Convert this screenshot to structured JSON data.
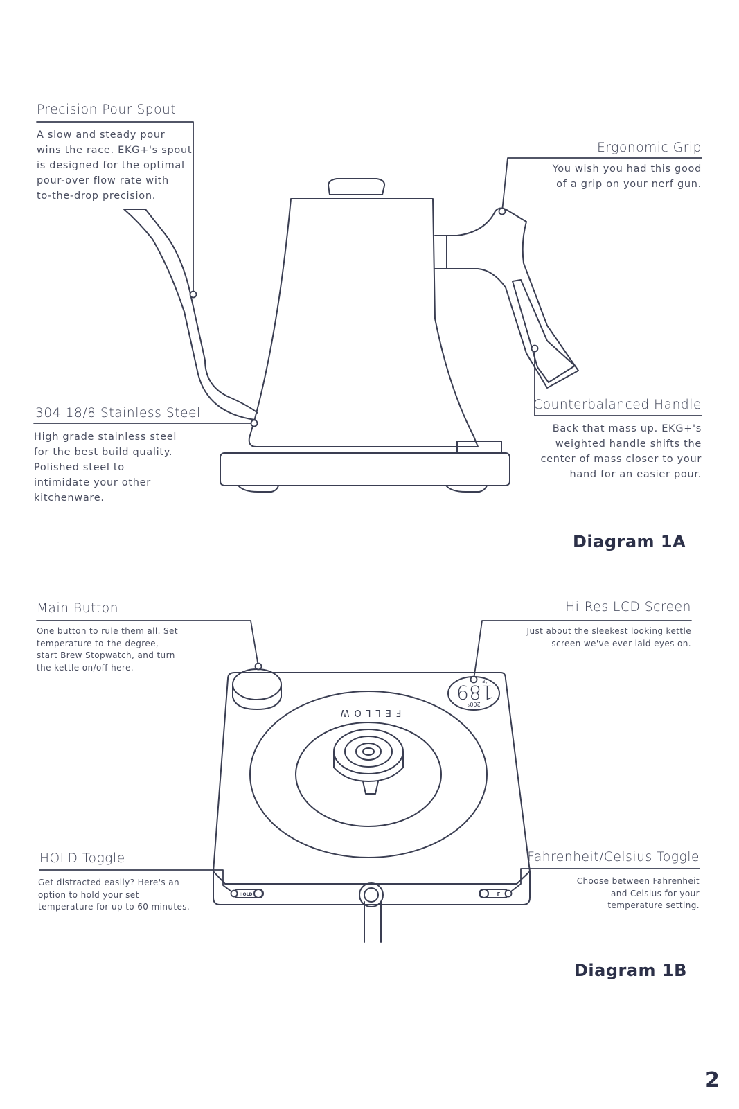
{
  "diagram_1a": {
    "caption": "Diagram 1A",
    "callouts": [
      {
        "title": "Precision Pour Spout",
        "text": "A slow and steady pour\nwins the race. EKG+'s spout\nis designed for the optimal\npour-over flow rate with\nto-the-drop precision."
      },
      {
        "title": "Ergonomic Grip",
        "text": "You wish you had this good\nof a grip on your nerf gun."
      },
      {
        "title": "304 18/8 Stainless Steel",
        "text": "High grade stainless steel\nfor the best build quality.\nPolished steel to\nintimidate your other\nkitchenware."
      },
      {
        "title": "Counterbalanced Handle",
        "text": "Back that mass up. EKG+'s\nweighted handle shifts the\ncenter of mass closer to your\nhand for an easier pour."
      }
    ]
  },
  "diagram_1b": {
    "caption": "Diagram 1B",
    "callouts": [
      {
        "title": "Main Button",
        "text": "One button to rule them all. Set\ntemperature to-the-degree,\nstart Brew Stopwatch, and turn\nthe kettle on/off here."
      },
      {
        "title": "Hi-Res LCD Screen",
        "text": "Just about the sleekest looking kettle\nscreen we've ever laid eyes on."
      },
      {
        "title": "HOLD Toggle",
        "text": "Get distracted easily? Here's an\noption to hold your set\ntemperature for up to 60 minutes."
      },
      {
        "title": "Fahrenheit/Celsius Toggle",
        "text": "Choose between Fahrenheit\nand Celsius for your\ntemperature setting."
      }
    ],
    "base_labels": {
      "brand": "FELLOW",
      "lcd_temp": "189",
      "lcd_unit": "°F",
      "lcd_target": "200°",
      "hold_switch": "HOLD",
      "unit_switch": "F"
    }
  },
  "page_number": "2",
  "colors": {
    "line": "#3a3e52",
    "text": "#4a4e60",
    "heading": "#2c3048"
  }
}
